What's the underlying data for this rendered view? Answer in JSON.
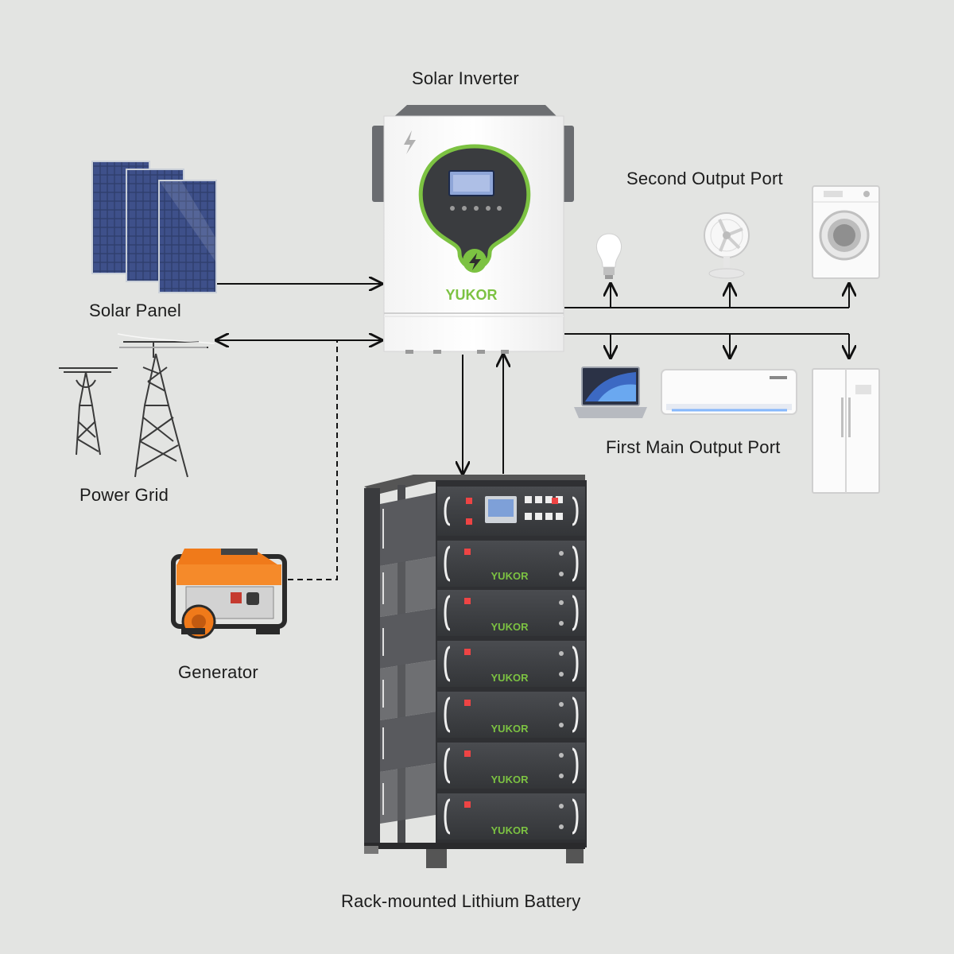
{
  "labels": {
    "solar_inverter": "Solar Inverter",
    "solar_panel": "Solar Panel",
    "power_grid": "Power Grid",
    "generator": "Generator",
    "second_output_port": "Second Output Port",
    "first_main_output_port": "First Main Output Port",
    "battery": "Rack-mounted Lithium Battery"
  },
  "brand": "YUKOR",
  "colors": {
    "background": "#e3e4e2",
    "accent_green": "#7cc242",
    "generator_orange": "#f07a1a",
    "battery_dark": "#3d3f42",
    "line": "#111111"
  },
  "icons": {
    "inverter": "solar-inverter-icon",
    "panel": "solar-panel-icon",
    "grid": "power-tower-icon",
    "generator": "generator-icon",
    "battery": "battery-rack-icon",
    "bulb": "light-bulb-icon",
    "fan": "fan-icon",
    "washer": "washing-machine-icon",
    "laptop": "laptop-icon",
    "ac": "air-conditioner-icon",
    "fridge": "refrigerator-icon"
  }
}
